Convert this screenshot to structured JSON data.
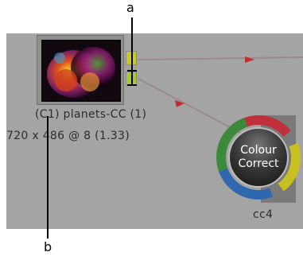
{
  "callouts": {
    "a": "a",
    "b": "b"
  },
  "clip_node": {
    "title": "(C1) planets-CC (1)",
    "resolution": "720 x 486 @ 8 (1.33)"
  },
  "cc_node": {
    "line1": "Colour",
    "line2": "Correct",
    "label": "cc4"
  },
  "colors": {
    "canvas": "#a4a4a4",
    "wire": "#c05050",
    "ring_red": "#c0303a",
    "ring_green": "#3a8a3a",
    "ring_blue": "#3068b0",
    "ring_yellow": "#c8c020"
  }
}
